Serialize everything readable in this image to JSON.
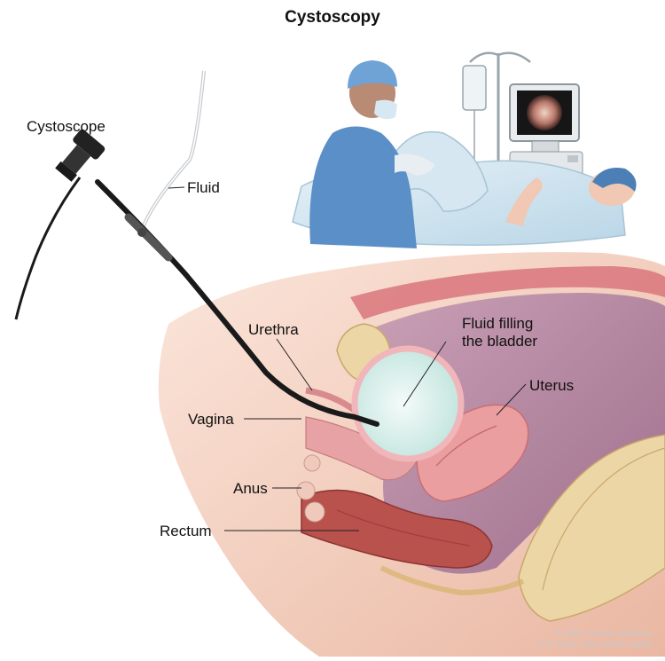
{
  "title": "Cystoscopy",
  "labels": {
    "cystoscope": "Cystoscope",
    "fluid": "Fluid",
    "urethra": "Urethra",
    "fluid_filling_line1": "Fluid filling",
    "fluid_filling_line2": "the bladder",
    "uterus": "Uterus",
    "vagina": "Vagina",
    "anus": "Anus",
    "rectum": "Rectum"
  },
  "credit": {
    "line1": "© 2022 Terese Winslow",
    "line2": "U.S. Govt. has certain rights"
  },
  "colors": {
    "skin": "#f2c4b2",
    "tissue_pink": "#e79a9a",
    "bladder_fluid": "#d9efeb",
    "bone": "#ecd6a6",
    "rectum": "#b9514d",
    "pelvic_cavity": "#b88aa4",
    "drape": "#cfe3ef",
    "scope": "#1a1a1a"
  }
}
